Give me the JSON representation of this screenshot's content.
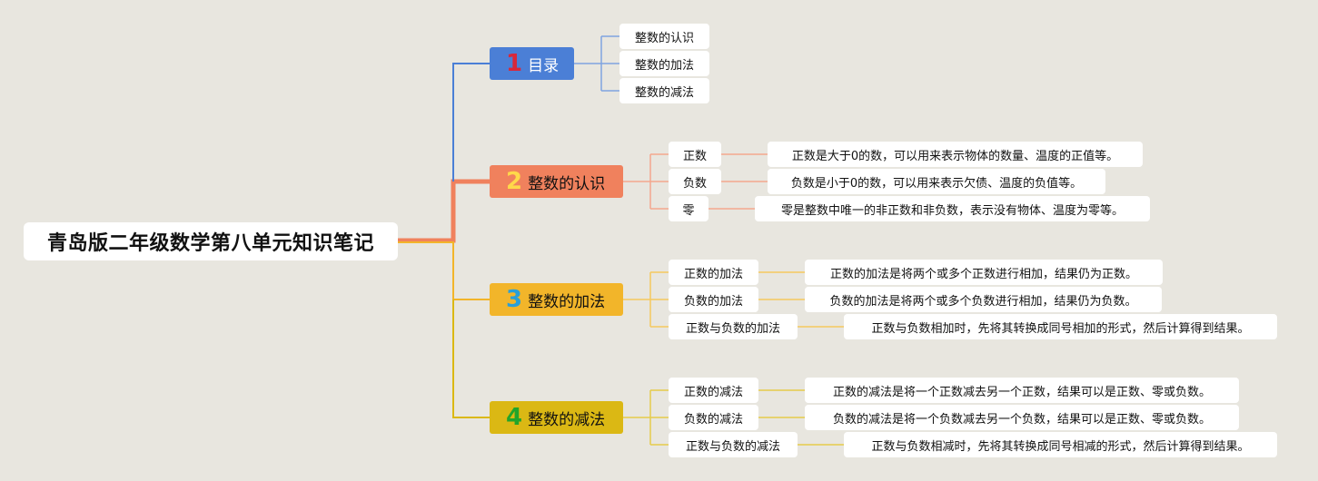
{
  "root": {
    "title": "青岛版二年级数学第八单元知识笔记"
  },
  "colors": {
    "background": "#e8e6df",
    "branch_1": "#4b7fd6",
    "branch_2": "#f0815d",
    "branch_3": "#f2b52a",
    "branch_4": "#dbb814"
  },
  "branches": [
    {
      "number": "1",
      "label": "目录",
      "items": [
        {
          "topic": "整数的认识"
        },
        {
          "topic": "整数的加法"
        },
        {
          "topic": "整数的减法"
        }
      ]
    },
    {
      "number": "2",
      "label": "整数的认识",
      "items": [
        {
          "topic": "正数",
          "detail": "正数是大于0的数，可以用来表示物体的数量、温度的正值等。"
        },
        {
          "topic": "负数",
          "detail": "负数是小于0的数，可以用来表示欠债、温度的负值等。"
        },
        {
          "topic": "零",
          "detail": "零是整数中唯一的非正数和非负数，表示没有物体、温度为零等。"
        }
      ]
    },
    {
      "number": "3",
      "label": "整数的加法",
      "items": [
        {
          "topic": "正数的加法",
          "detail": "正数的加法是将两个或多个正数进行相加，结果仍为正数。"
        },
        {
          "topic": "负数的加法",
          "detail": "负数的加法是将两个或多个负数进行相加，结果仍为负数。"
        },
        {
          "topic": "正数与负数的加法",
          "detail": "正数与负数相加时，先将其转换成同号相加的形式，然后计算得到结果。"
        }
      ]
    },
    {
      "number": "4",
      "label": "整数的减法",
      "items": [
        {
          "topic": "正数的减法",
          "detail": "正数的减法是将一个正数减去另一个正数，结果可以是正数、零或负数。"
        },
        {
          "topic": "负数的减法",
          "detail": "负数的减法是将一个负数减去另一个负数，结果可以是正数、零或负数。"
        },
        {
          "topic": "正数与负数的减法",
          "detail": "正数与负数相减时，先将其转换成同号相减的形式，然后计算得到结果。"
        }
      ]
    }
  ]
}
